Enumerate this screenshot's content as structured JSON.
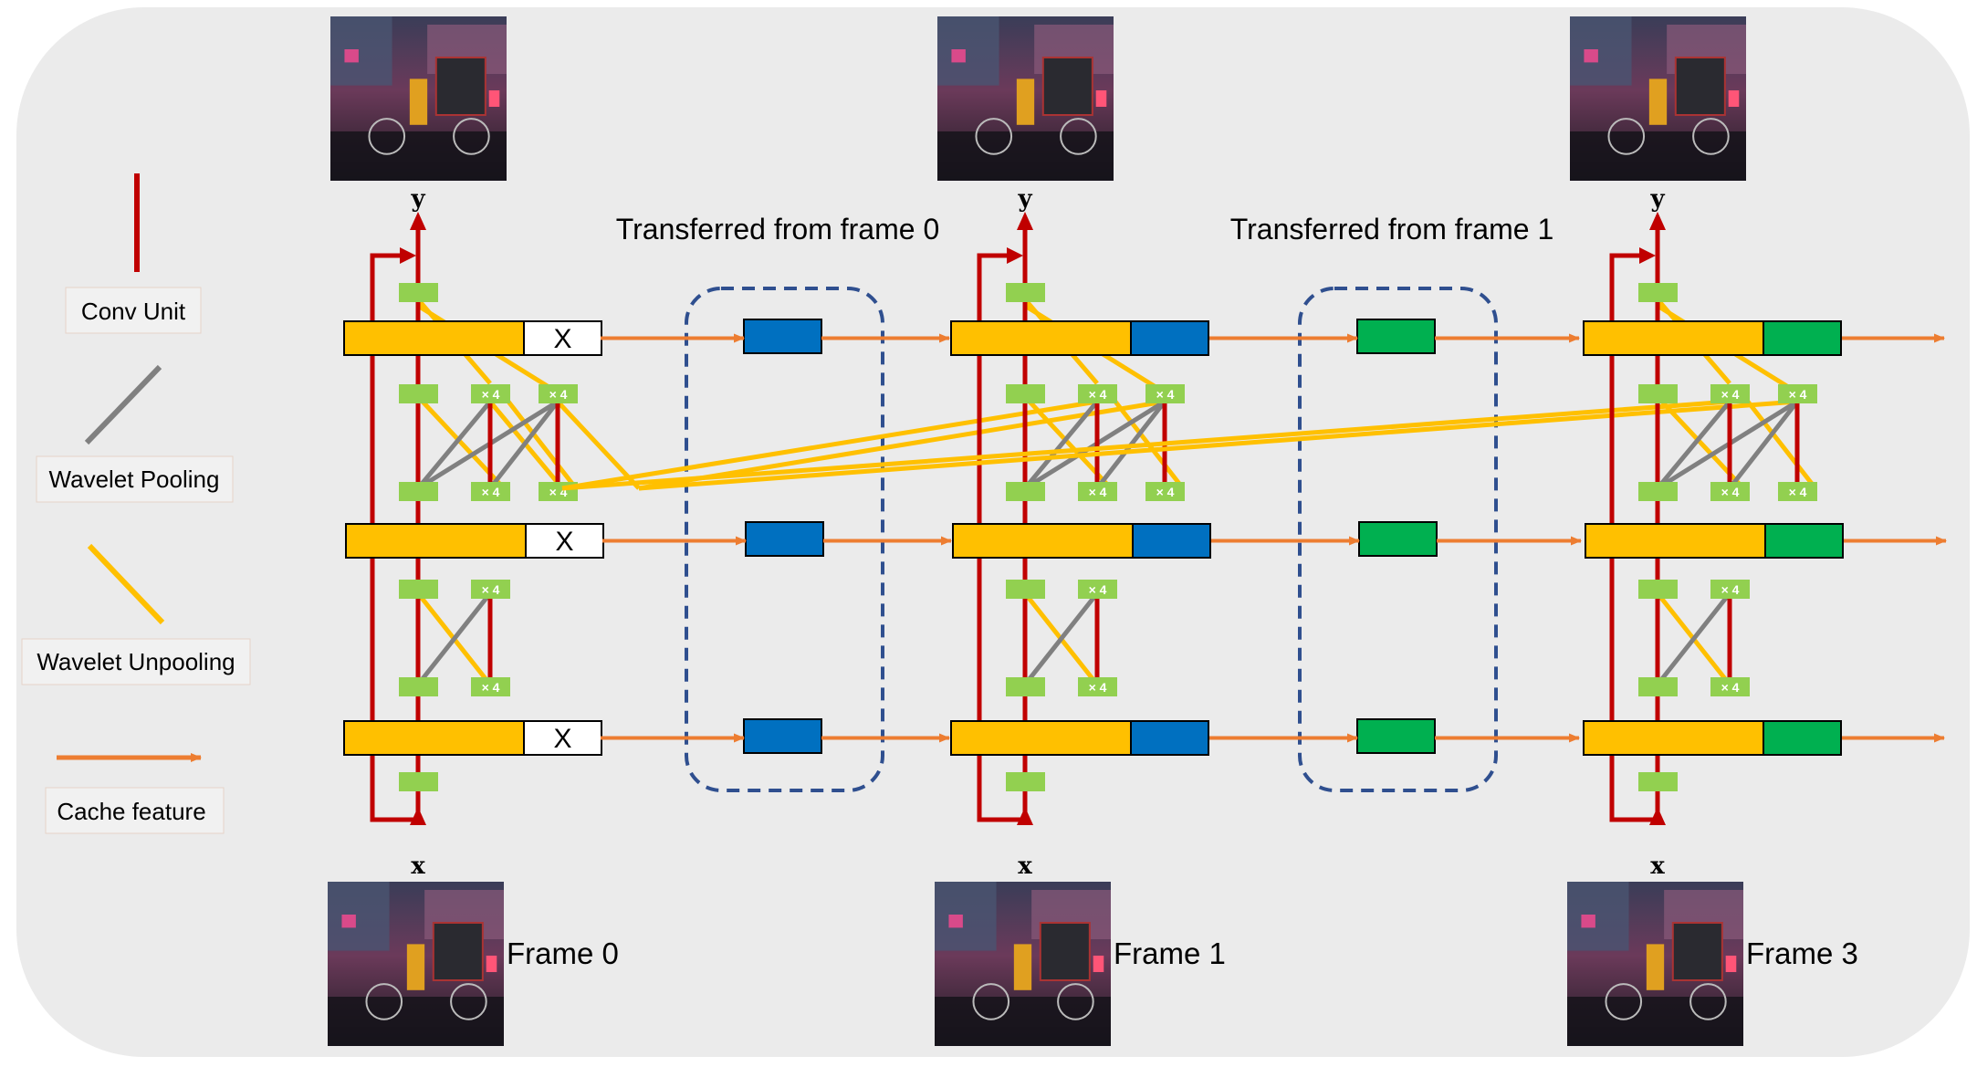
{
  "legend": {
    "conv_unit": "Conv Unit",
    "wavelet_pooling": "Wavelet Pooling",
    "wavelet_unpooling": "Wavelet Unpooling",
    "cache_feature": "Cache feature"
  },
  "transfer_labels": [
    "Transferred from frame 0",
    "Transferred from frame 1"
  ],
  "frames": [
    {
      "label": "Frame 0",
      "cache": "X"
    },
    {
      "label": "Frame 1",
      "cache": ""
    },
    {
      "label": "Frame 3",
      "cache": ""
    }
  ],
  "io_labels": {
    "output": "y",
    "input": "x"
  },
  "multiplier": "× 4",
  "colors": {
    "background": "#ebebeb",
    "conv_unit": "#c00000",
    "wavelet_pooling": "#808080",
    "wavelet_unpooling": "#ffc000",
    "cache_arrow": "#ed7d31",
    "feature_bar": "#ffc000",
    "cache_frame1": "#0070c0",
    "cache_frame3": "#00b050",
    "small_block": "#92d050",
    "dashed_box": "#2f4f8f"
  }
}
